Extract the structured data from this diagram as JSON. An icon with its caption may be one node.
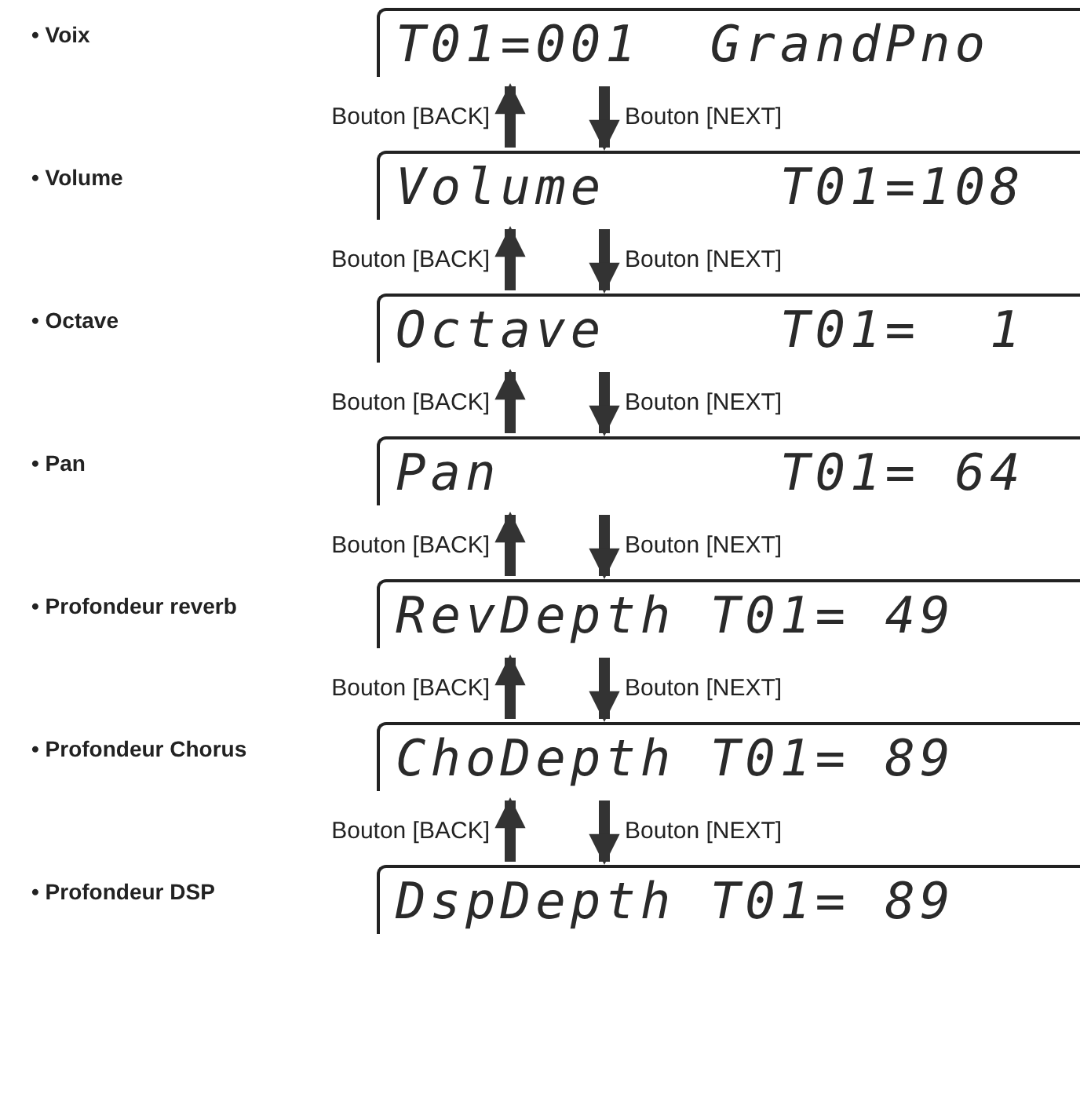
{
  "diagram": {
    "nodes": [
      {
        "text": [
          "T01=001  GrandPno"
        ]
      },
      {
        "text": [
          "Volume     T01=108"
        ]
      },
      {
        "text": [
          "Octave     T01=  1"
        ]
      },
      {
        "text": [
          "Pan        T01= 64"
        ]
      },
      {
        "text": [
          "RevDepth T01= 49"
        ]
      },
      {
        "text": [
          "ChoDepth T01= 89"
        ]
      },
      {
        "text": [
          "DspDepth T01= 89"
        ]
      }
    ],
    "edges": [
      {
        "from": 1,
        "to": 0,
        "arrow": "to",
        "label": "Bouton [BACK]"
      },
      {
        "from": 0,
        "to": 1,
        "arrow": "to",
        "label": "Bouton [NEXT]"
      },
      {
        "from": 2,
        "to": 1,
        "arrow": "to",
        "label": "Bouton [BACK]"
      },
      {
        "from": 1,
        "to": 2,
        "arrow": "to",
        "label": "Bouton [NEXT]"
      },
      {
        "from": 3,
        "to": 2,
        "arrow": "to",
        "label": "Bouton [BACK]"
      },
      {
        "from": 2,
        "to": 3,
        "arrow": "to",
        "label": "Bouton [NEXT]"
      },
      {
        "from": 4,
        "to": 3,
        "arrow": "to",
        "label": "Bouton [BACK]"
      },
      {
        "from": 3,
        "to": 4,
        "arrow": "to",
        "label": "Bouton [NEXT]"
      },
      {
        "from": 5,
        "to": 4,
        "arrow": "to",
        "label": "Bouton [BACK]"
      },
      {
        "from": 4,
        "to": 5,
        "arrow": "to",
        "label": "Bouton [NEXT]"
      },
      {
        "from": 6,
        "to": 5,
        "arrow": "to",
        "label": "Bouton [BACK]"
      },
      {
        "from": 5,
        "to": 6,
        "arrow": "to",
        "label": "Bouton [NEXT]"
      }
    ],
    "labels": [
      "• Voix",
      "• Volume",
      "• Octave",
      "• Pan",
      "• Profondeur reverb",
      "• Profondeur Chorus",
      "• Profondeur DSP"
    ]
  }
}
